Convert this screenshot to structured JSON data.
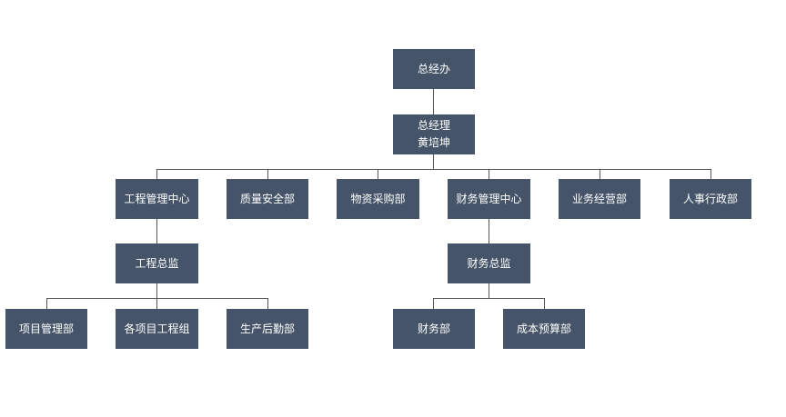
{
  "nodes": {
    "gm_office": {
      "label": "总经办"
    },
    "gm": {
      "label": "总经理",
      "name": "黄培坤"
    },
    "eng_center": {
      "label": "工程管理中心"
    },
    "quality": {
      "label": "质量安全部"
    },
    "procurement": {
      "label": "物资采购部"
    },
    "finance_center": {
      "label": "财务管理中心"
    },
    "business": {
      "label": "业务经营部"
    },
    "hr_admin": {
      "label": "人事行政部"
    },
    "eng_director": {
      "label": "工程总监"
    },
    "fin_director": {
      "label": "财务总监"
    },
    "project_mgmt": {
      "label": "项目管理部"
    },
    "project_teams": {
      "label": "各项目工程组"
    },
    "logistics": {
      "label": "生产后勤部"
    },
    "finance_dept": {
      "label": "财务部"
    },
    "cost_budget": {
      "label": "成本预算部"
    }
  },
  "colors": {
    "box": "#455468",
    "text": "#ffffff",
    "line": "#555555"
  }
}
